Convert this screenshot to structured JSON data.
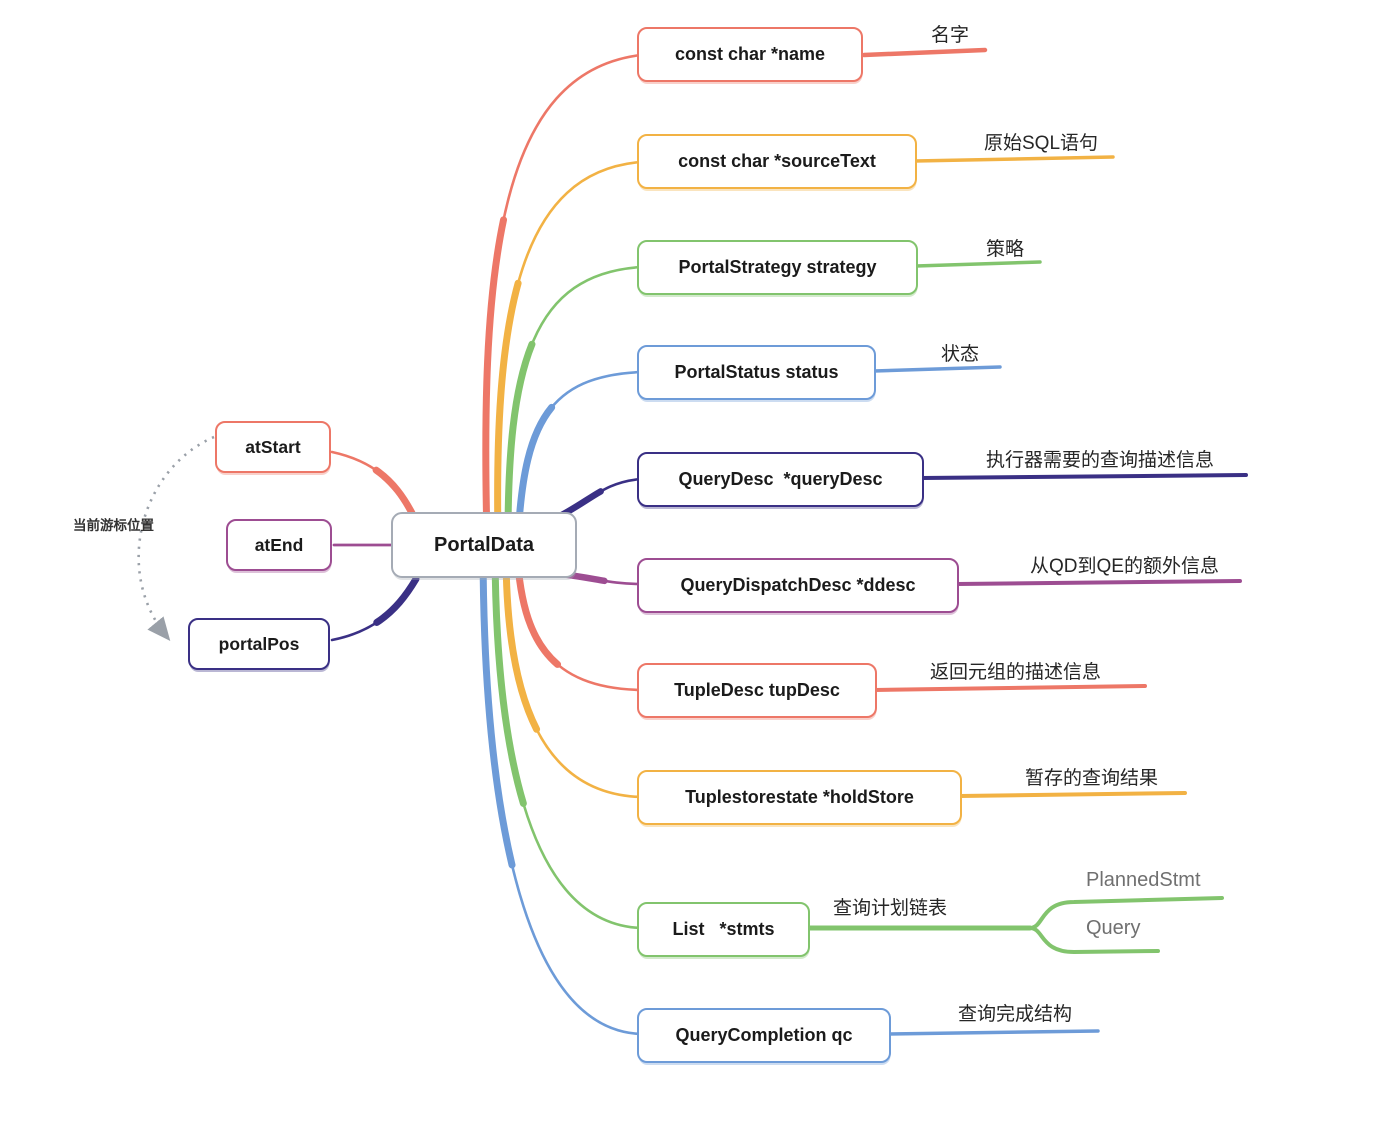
{
  "center": {
    "label": "PortalData",
    "border_color": "#a5abb5"
  },
  "left": {
    "annotation": "当前游标位置",
    "nodes": [
      {
        "label": "atStart",
        "color": "#ed7767"
      },
      {
        "label": "atEnd",
        "color": "#9d4d92"
      },
      {
        "label": "portalPos",
        "color": "#3a3085"
      }
    ]
  },
  "branches": [
    {
      "label": "const char *name",
      "desc": "名字",
      "color": "#ed7767"
    },
    {
      "label": "const char *sourceText",
      "desc": "原始SQL语句",
      "color": "#f2b244"
    },
    {
      "label": "PortalStrategy strategy",
      "desc": "策略",
      "color": "#82c46d"
    },
    {
      "label": "PortalStatus status",
      "desc": "状态",
      "color": "#6d9bd8"
    },
    {
      "label": "QueryDesc  *queryDesc",
      "desc": "执行器需要的查询描述信息",
      "color": "#3a3085"
    },
    {
      "label": "QueryDispatchDesc *ddesc",
      "desc": "从QD到QE的额外信息",
      "color": "#9d4d92"
    },
    {
      "label": "TupleDesc tupDesc",
      "desc": "返回元组的描述信息",
      "color": "#ed7767"
    },
    {
      "label": "Tuplestorestate *holdStore",
      "desc": "暂存的查询结果",
      "color": "#f2b244"
    },
    {
      "label": "List   *stmts",
      "desc": "查询计划链表",
      "color": "#82c46d",
      "children": [
        {
          "label": "PlannedStmt"
        },
        {
          "label": "Query"
        }
      ]
    },
    {
      "label": "QueryCompletion qc",
      "desc": "查询完成结构",
      "color": "#6d9bd8"
    }
  ]
}
